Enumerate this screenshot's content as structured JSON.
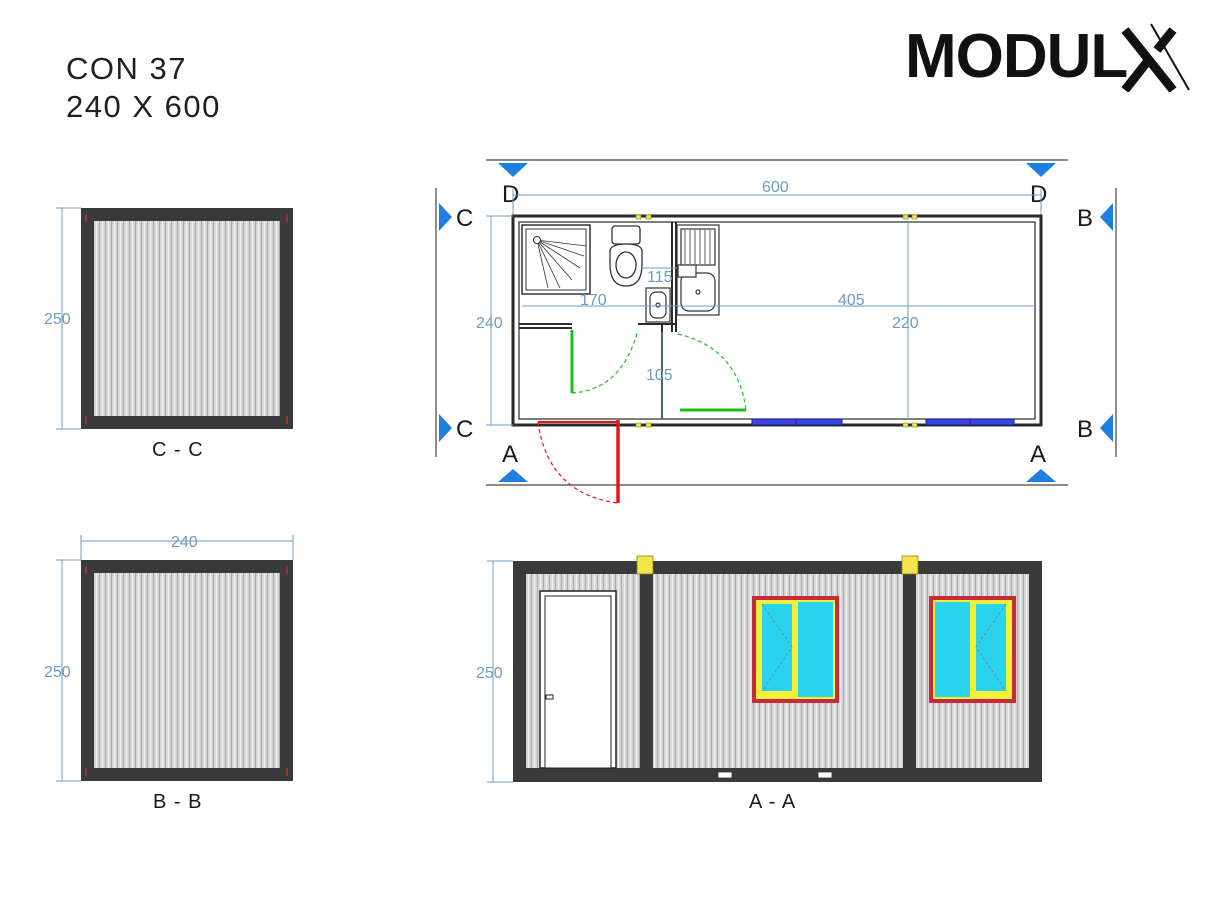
{
  "title": {
    "line1": "CON 37",
    "line2": "240 X 600"
  },
  "logo": {
    "text": "MODUL",
    "mark": "X"
  },
  "section_cc": {
    "caption": "C - C",
    "height_dim": "250"
  },
  "section_bb": {
    "caption": "B - B",
    "width_dim": "240",
    "height_dim": "250"
  },
  "section_aa": {
    "caption": "A - A",
    "height_dim": "250"
  },
  "plan": {
    "length_dim": "600",
    "width_dim": "240",
    "inner_height_dim": "220",
    "room_length_dim": "405",
    "bath_length_dim": "170",
    "wc_width_dim": "115",
    "corridor_dim": "105",
    "cut_labels": {
      "a": "A",
      "b": "B",
      "c": "C",
      "d": "D"
    }
  },
  "colors": {
    "dimension": "#6e9bc4",
    "frame": "#3a3a3a",
    "panel": "#d4d4d4",
    "door_swing_wc": "#18c01e",
    "door_swing_entry": "#e51616",
    "window_glass": "#2ad4ef",
    "window_frame": "#c92a3a",
    "window_sash": "#f1f13a",
    "cut_marker": "#1f7fe0"
  }
}
